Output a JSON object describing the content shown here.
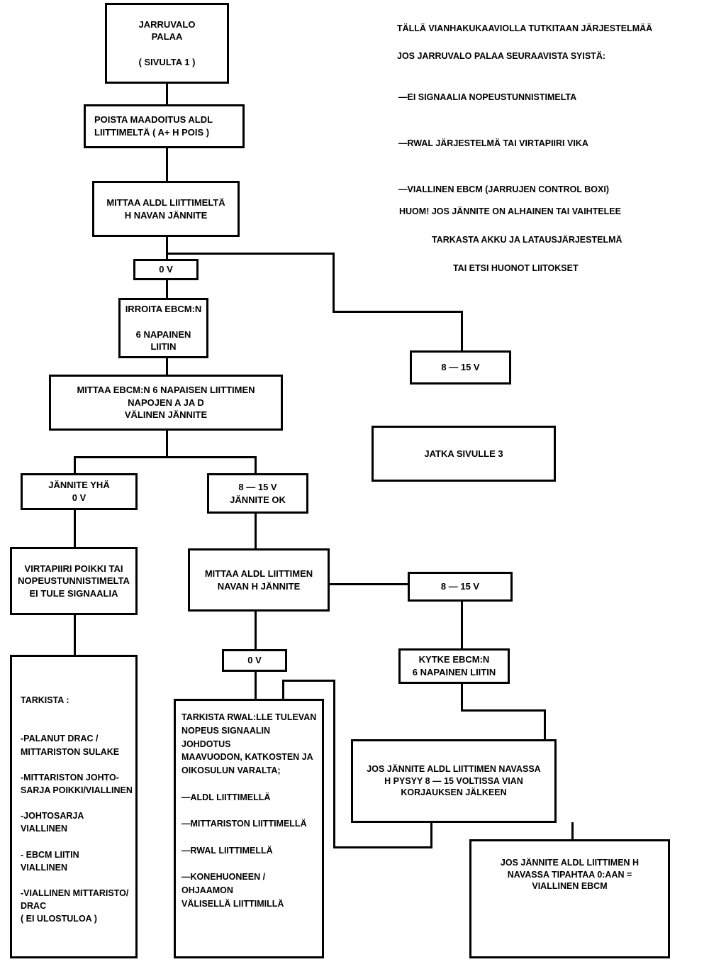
{
  "diagram": {
    "title_note": {
      "line1": "TÄLLÄ VIANHAKUKAAVIOLLA TUTKITAAN JÄRJESTELMÄÄ",
      "line2": "JOS JARRUVALO PALAA SEURAAVISTA SYISTÄ:",
      "bullets": [
        "—EI SIGNAALIA NOPEUSTUNNISTIMELTA",
        "—RWAL JÄRJESTELMÄ TAI VIRTAPIIRI VIKA",
        "—VIALLINEN   EBCM (JARRUJEN CONTROL BOXI)"
      ]
    },
    "huom_note": {
      "line1": "HUOM!  JOS JÄNNITE ON ALHAINEN TAI VAIHTELEE",
      "line2": "TARKASTA AKKU JA LATAUSJÄRJESTELMÄ",
      "line3": "TAI ETSI HUONOT LIITOKSET"
    },
    "nodes": {
      "start": "JARRUVALO\nPALAA\n\n(  SIVULTA   1  )",
      "poista_maadoitus": "POISTA MAADOITUS ALDL\nLIITTIMELTÄ ( A+ H POIS )",
      "mittaa_aldl_h": "MITTAA ALDL LIITTIMELTÄ\nH    NAVAN   JÄNNITE",
      "zero_v_1": "0  V",
      "irroita_ebcm": "IRROITA EBCM:N\n\n6 NAPAINEN\nLIITIN",
      "mittaa_ebcm_ad": "MITTAA EBCM:N  6 NAPAISEN LIITTIMEN\nNAPOJEN  A  JA   D\nVÄLINEN JÄNNITE",
      "volt_8_15_top": "8  —   15 V",
      "jatka_sivulle": "JATKA SIVULLE  3",
      "jannite_yha_0v": "JÄNNITE YHÄ\n0  V",
      "volt_8_15_ok": "8 — 15 V\nJÄNNITE  OK",
      "virtapiiri_poikki": "VIRTAPIIRI POIKKI TAI\nNOPEUSTUNNISTIMELTA\nEI TULE SIGNAALIA",
      "mittaa_aldl_navan_h": "MITTAA ALDL LIITTIMEN\nNAVAN  H  JÄNNITE",
      "volt_8_15_mid": "8 — 15 V",
      "zero_v_2": "0  V",
      "kytke_ebcm": "KYTKE EBCM:N\n6 NAPAINEN LIITIN",
      "tarkista_list": "TARKISTA :\n\n\n-PALANUT DRAC /\n MITTARISTON SULAKE\n\n-MITTARISTON JOHTO-\n SARJA POIKKI/VIALLINEN\n\n-JOHTOSARJA VIALLINEN\n\n- EBCM  LIITIN\n  VIALLINEN\n\n-VIALLINEN MITTARISTO/\n  DRAC\n ( EI ULOSTULOA )",
      "tarkista_rwal": "TARKISTA RWAL:LLE TULEVAN\nNOPEUS SIGNAALIN JOHDOTUS\nMAAVUODON, KATKOSTEN JA\nOIKOSULUN VARALTA;\n\n  —ALDL LIITTIMELLÄ\n\n  —MITTARISTON LIITTIMELLÄ\n\n  —RWAL LIITTIMELLÄ\n\n  —KONEHUONEEN / OHJAAMON\n    VÄLISELLÄ LIITTIMILLÄ",
      "jos_jannite_pysyy": "JOS JÄNNITE ALDL LIITTIMEN NAVASSA\nH  PYSYY  8  —  15  VOLTISSA  VIAN\nKORJAUKSEN JÄLKEEN",
      "jos_jannite_tipahtaa": "JOS JÄNNITE ALDL LIITTIMEN   H\nNAVASSA  TIPAHTAA 0:AAN =\nVIALLINEN  EBCM"
    },
    "colors": {
      "stroke": "#000000",
      "background": "#ffffff"
    }
  }
}
